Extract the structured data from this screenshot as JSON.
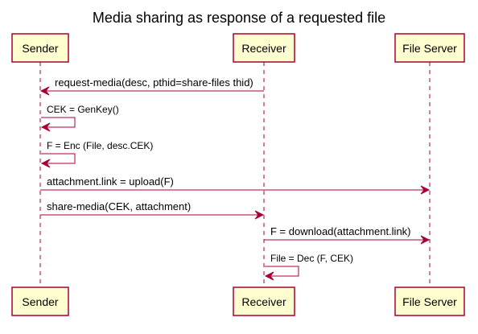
{
  "title": "Media sharing as response of a requested file",
  "participants": [
    {
      "id": "sender",
      "label": "Sender"
    },
    {
      "id": "receiver",
      "label": "Receiver"
    },
    {
      "id": "fileserver",
      "label": "File Server"
    }
  ],
  "messages": [
    {
      "from": "receiver",
      "to": "sender",
      "label": "request-media(desc, pthid=share-files thid)"
    },
    {
      "from": "sender",
      "to": "sender",
      "label": "CEK = GenKey()"
    },
    {
      "from": "sender",
      "to": "sender",
      "label": "F = Enc (File, desc.CEK)"
    },
    {
      "from": "sender",
      "to": "fileserver",
      "label": "attachment.link = upload(F)"
    },
    {
      "from": "sender",
      "to": "receiver",
      "label": "share-media(CEK, attachment)"
    },
    {
      "from": "receiver",
      "to": "fileserver",
      "label": "F = download(attachment.link)"
    },
    {
      "from": "receiver",
      "to": "receiver",
      "label": "File = Dec (F, CEK)"
    }
  ],
  "colors": {
    "box_fill": "#FEFECE",
    "line": "#A80036"
  }
}
